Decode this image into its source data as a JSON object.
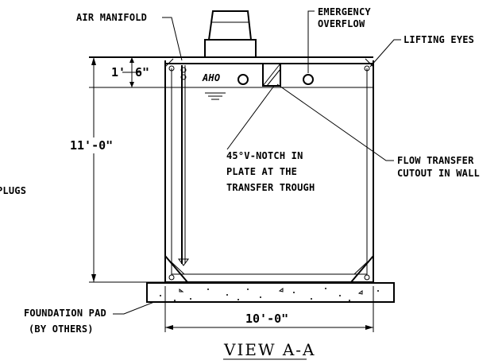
{
  "labels": {
    "air_manifold": "AIR MANIFOLD",
    "emergency_overflow_1": "EMERGENCY",
    "emergency_overflow_2": "OVERFLOW",
    "lifting_eyes": "LIFTING EYES",
    "plugs": "PLUGS",
    "vnotch_1": "45°V-NOTCH IN",
    "vnotch_2": "PLATE AT THE",
    "vnotch_3": "TRANSFER TROUGH",
    "flow_transfer_1": "FLOW TRANSFER",
    "flow_transfer_2": "CUTOUT IN WALL",
    "foundation_1": "FOUNDATION PAD",
    "foundation_2": "(BY OTHERS)",
    "logo_text": "AHO"
  },
  "dimensions": {
    "height": "11'-0\"",
    "water_depth_ft": "1'",
    "water_depth_in": "6\"",
    "width": "10'-0\""
  },
  "view_title": "VIEW A-A"
}
